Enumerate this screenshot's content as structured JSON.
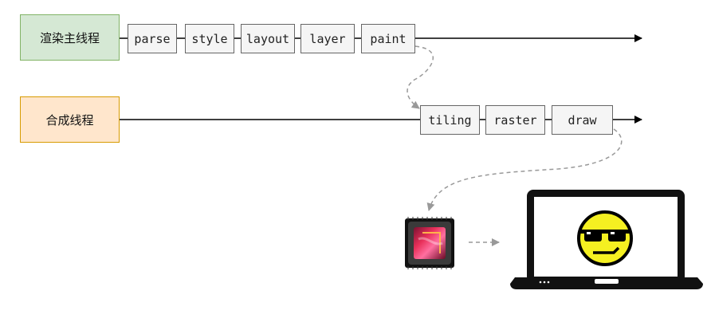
{
  "threads": {
    "main": {
      "label": "渲染主线程",
      "color": "#d5e8d4",
      "border": "#82b366"
    },
    "compositor": {
      "label": "合成线程",
      "color": "#ffe6cc",
      "border": "#d79b00"
    }
  },
  "main_stages": [
    "parse",
    "style",
    "layout",
    "layer",
    "paint"
  ],
  "compositor_stages": [
    "tiling",
    "raster",
    "draw"
  ],
  "icons": {
    "gpu": "gpu-chip-icon",
    "display": "laptop-icon",
    "face": "sunglasses-smiley-icon"
  }
}
